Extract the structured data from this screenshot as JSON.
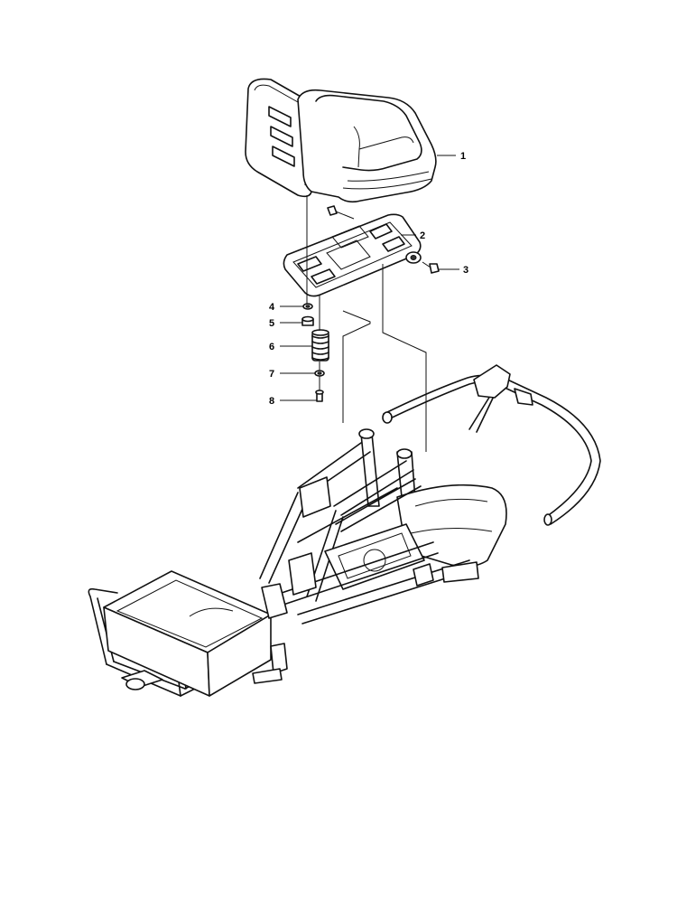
{
  "callouts": [
    {
      "number": "1",
      "part": "seat"
    },
    {
      "number": "2",
      "part": "seat-bracket"
    },
    {
      "number": "3",
      "part": "screw"
    },
    {
      "number": "4",
      "part": "washer"
    },
    {
      "number": "5",
      "part": "nut"
    },
    {
      "number": "6",
      "part": "spring"
    },
    {
      "number": "7",
      "part": "washer"
    },
    {
      "number": "8",
      "part": "bolt"
    }
  ]
}
